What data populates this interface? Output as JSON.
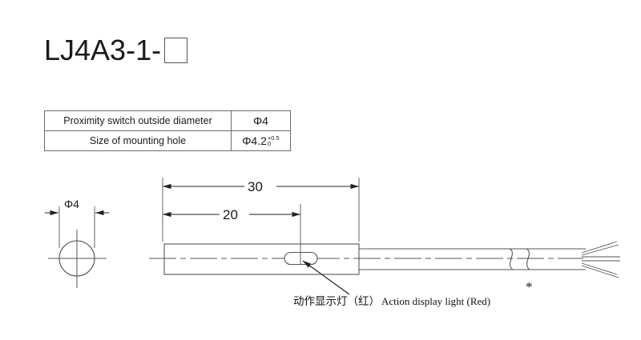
{
  "title": {
    "model_code": "LJ4A3-1-",
    "blank_box": ""
  },
  "spec_table": {
    "rows": [
      {
        "label": "Proximity switch outside diameter",
        "value": "Φ4",
        "tol_upper": "",
        "tol_lower": ""
      },
      {
        "label": "Size of mounting hole",
        "value": "Φ4.2",
        "tol_upper": "+0.5",
        "tol_lower": "0"
      }
    ]
  },
  "drawing": {
    "front_view": {
      "diameter_label": "Φ4"
    },
    "side_view": {
      "dim_total_length": "30",
      "dim_led_position": "20"
    },
    "annotations": {
      "led_caption_cn": "动作显示灯（红）",
      "led_caption_en": "Action display light (Red)",
      "break_symbol_mark": "*"
    }
  },
  "colors": {
    "line": "#555555",
    "text": "#1a1a1a",
    "background": "#ffffff"
  }
}
